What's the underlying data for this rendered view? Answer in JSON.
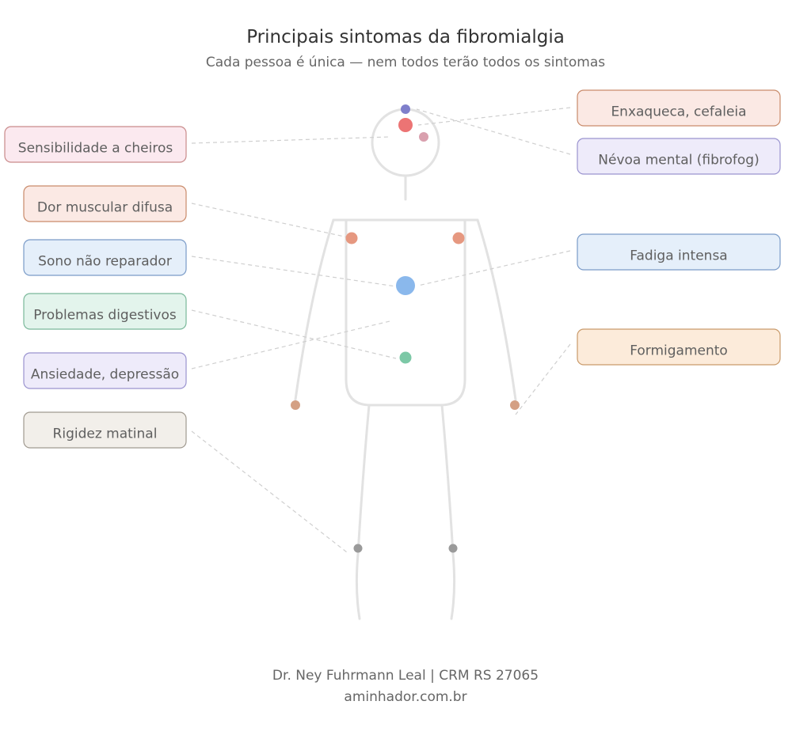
{
  "title": "Principais sintomas da fibromialgia",
  "subtitle": "Cada pessoa é única — nem todos terão todos os sintomas",
  "symptoms_left": [
    {
      "id": "cheiros",
      "label": "Sensibilidade a cheiros",
      "fill": "#FBE9EF",
      "stroke": "#C98A8A"
    },
    {
      "id": "dor",
      "label": "Dor muscular difusa",
      "fill": "#FBE9E4",
      "stroke": "#C98A6A"
    },
    {
      "id": "sono",
      "label": "Sono não reparador",
      "fill": "#E5EFFA",
      "stroke": "#7A9BC8"
    },
    {
      "id": "digestivos",
      "label": "Problemas digestivos",
      "fill": "#E3F4EC",
      "stroke": "#7AB89A"
    },
    {
      "id": "ansiedade",
      "label": "Ansiedade, depressão",
      "fill": "#EEEBFA",
      "stroke": "#9A93CF"
    },
    {
      "id": "rigidez",
      "label": "Rigidez matinal",
      "fill": "#F2EFEA",
      "stroke": "#A09A90"
    }
  ],
  "symptoms_right": [
    {
      "id": "enxaqueca",
      "label": "Enxaqueca, cefaleia",
      "fill": "#FBE9E4",
      "stroke": "#C98A6A"
    },
    {
      "id": "nevoa",
      "label": "Névoa mental (fibrofog)",
      "fill": "#EEEBFA",
      "stroke": "#9A93CF"
    },
    {
      "id": "fadiga",
      "label": "Fadiga intensa",
      "fill": "#E5EFFA",
      "stroke": "#7A9BC8"
    },
    {
      "id": "formigamento",
      "label": "Formigamento",
      "fill": "#FCEBDA",
      "stroke": "#C99A6A"
    }
  ],
  "marker_colors": {
    "nevoa": "#7F7FCB",
    "enxaqueca": "#EC7474",
    "cheiros": "#D9A0AE",
    "dor": "#E69880",
    "fadiga": "#8AB8EC",
    "digestivos": "#7CC8A6",
    "formigamento": "#D4A084",
    "rigidez": "#9A9A9A"
  },
  "footer": {
    "author": "Dr. Ney Fuhrmann Leal | CRM RS 27065",
    "site": "aminhador.com.br"
  }
}
